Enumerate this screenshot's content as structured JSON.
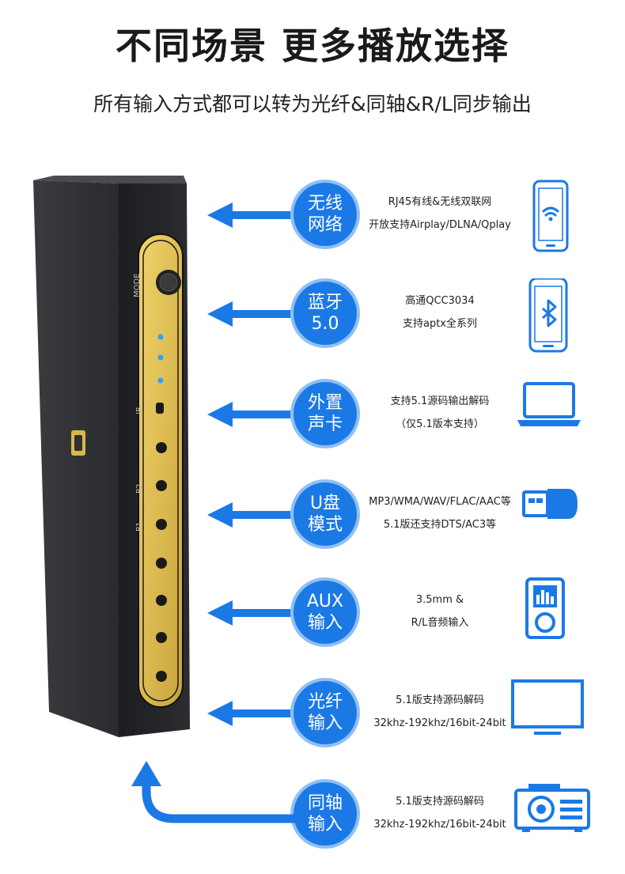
{
  "title": "不同场景 更多播放选择",
  "subtitle": "所有输入方式都可以转为光纤&同轴&R/L同步输出",
  "device": {
    "mode_label": "MODE",
    "ir_label": "IR",
    "p2_label": "P2",
    "p1_label": "P1"
  },
  "inputs": [
    {
      "label_line1": "无线",
      "label_line2": "网络",
      "desc_line1": "RJ45有线&无线双联网",
      "desc_line2": "开放支持Airplay/DLNA/Qplay",
      "icon": "smartphone-wifi-icon"
    },
    {
      "label_line1": "蓝牙",
      "label_line2": "5.0",
      "desc_line1": "高通QCC3034",
      "desc_line2": "支持aptx全系列",
      "icon": "smartphone-bluetooth-icon"
    },
    {
      "label_line1": "外置",
      "label_line2": "声卡",
      "desc_line1": "支持5.1源码输出解码",
      "desc_line2": "（仅5.1版本支持）",
      "icon": "laptop-icon"
    },
    {
      "label_line1": "U盘",
      "label_line2": "模式",
      "desc_line1": "MP3/WMA/WAV/FLAC/AAC等",
      "desc_line2": "5.1版还支持DTS/AC3等",
      "icon": "usb-drive-icon"
    },
    {
      "label_line1": "AUX",
      "label_line2": "输入",
      "desc_line1": "3.5mm &",
      "desc_line2": "R/L音频输入",
      "icon": "mp3-player-icon"
    },
    {
      "label_line1": "光纤",
      "label_line2": "输入",
      "desc_line1": "5.1版支持源码解码",
      "desc_line2": "32khz-192khz/16bit-24bit",
      "icon": "tv-monitor-icon"
    },
    {
      "label_line1": "同轴",
      "label_line2": "输入",
      "desc_line1": "5.1版支持源码解码",
      "desc_line2": "32khz-192khz/16bit-24bit",
      "icon": "projector-icon"
    }
  ],
  "colors": {
    "accent_blue": "#1b79e6",
    "device_body": "#2f3033",
    "panel_gold": "#e3c45a"
  }
}
